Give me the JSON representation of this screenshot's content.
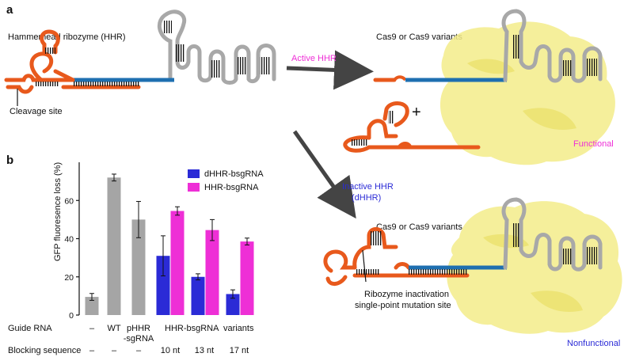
{
  "colors": {
    "orange": "#e8591c",
    "blue": "#1e6fb0",
    "gray": "#a8a8a8",
    "protein": "#f3ec8a",
    "magenta": "#ee2fd6",
    "navy": "#2b2bd6",
    "bar_gray": "#a5a5a5"
  },
  "panel_a": {
    "label": "a",
    "hhr_title": "Hammerhead ribozyme (HHR)",
    "cleavage_site": "Cleavage site",
    "active_arrow": "Active HHR",
    "cas9_top": "Cas9 or Cas9 variants",
    "plus_sign": "+",
    "functional": "Functional",
    "inactive_arrow_line1": "Inactive HHR",
    "inactive_arrow_line2": "(dHHR)",
    "cas9_bottom": "Cas9 or Cas9 variants",
    "mutation_line1": "Ribozyme inactivation",
    "mutation_line2": "single-point mutation site",
    "nonfunctional": "Nonfunctional"
  },
  "panel_b": {
    "label": "b",
    "row_guide_label": "Guide RNA",
    "row_block_label": "Blocking sequence",
    "guide_cells": [
      "–",
      "WT",
      "pHHR",
      "-sgRNA"
    ],
    "variants_label": "HHR-bsgRNA  variants",
    "block_cells": [
      "–",
      "–",
      "–",
      "10 nt",
      "13 nt",
      "17 nt"
    ]
  },
  "chart_data": {
    "type": "bar",
    "ylabel": "GFP fluoresence loss (%)",
    "ylim": [
      0,
      80
    ],
    "yticks": [
      0,
      20,
      40,
      60
    ],
    "legend": [
      "dHHR-bsgRNA",
      "HHR-bsgRNA"
    ],
    "legend_position": "top-right",
    "single_bars": [
      {
        "value": 9.5,
        "error": 1.8
      },
      {
        "value": 72,
        "error": 1.8
      },
      {
        "value": 50,
        "error": 9.5
      }
    ],
    "groups": [
      "10 nt",
      "13 nt",
      "17 nt"
    ],
    "series": [
      {
        "name": "dHHR-bsgRNA",
        "values": [
          31,
          20,
          11
        ],
        "errors": [
          10.5,
          1.6,
          2.2
        ]
      },
      {
        "name": "HHR-bsgRNA",
        "values": [
          54.5,
          44.5,
          38.5
        ],
        "errors": [
          2.2,
          5.5,
          1.8
        ]
      }
    ]
  }
}
